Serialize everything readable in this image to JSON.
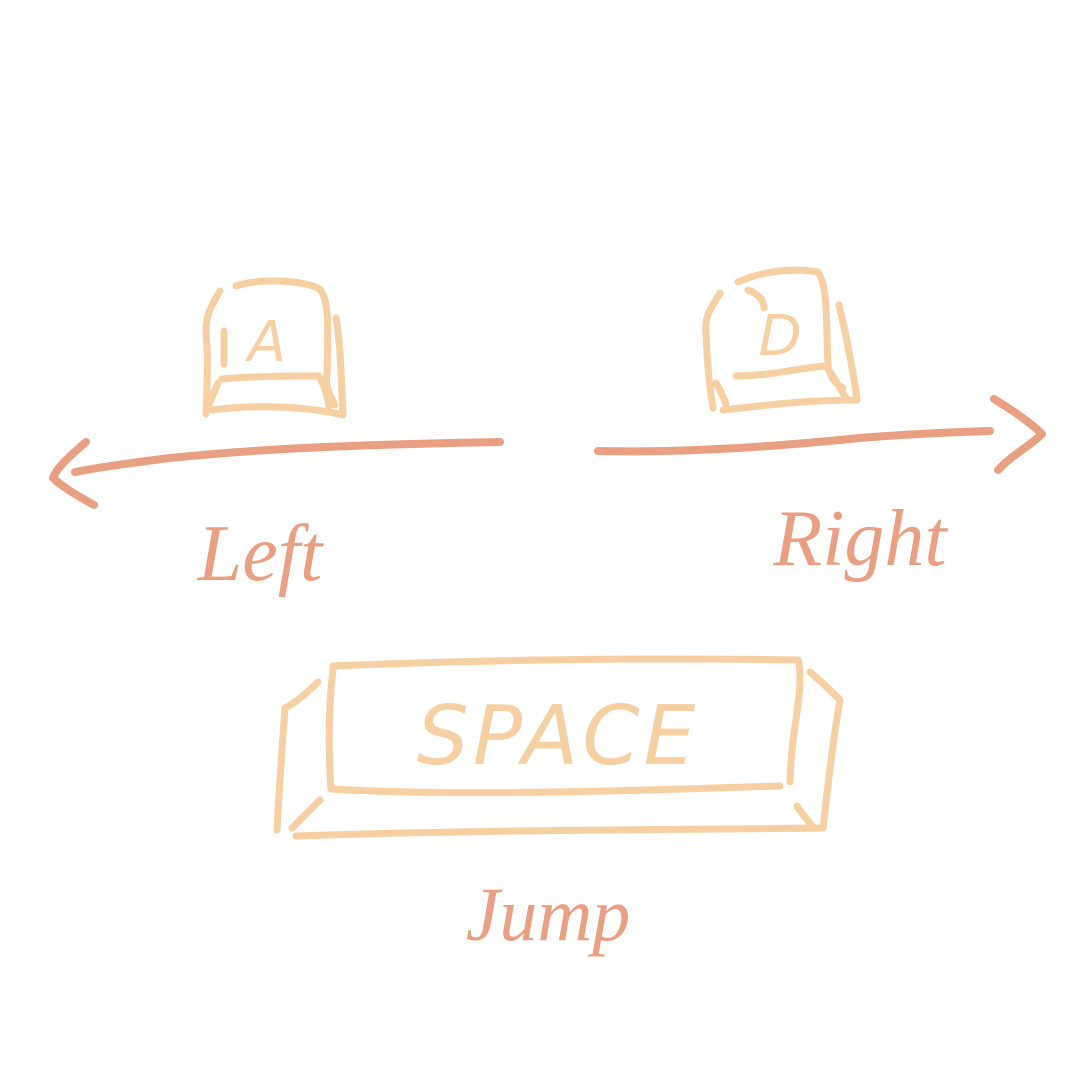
{
  "colors": {
    "key": "#f6cfa2",
    "label": "#e99f82",
    "background": "#ffffff"
  },
  "controls": {
    "left": {
      "key": "A",
      "action": "Left",
      "arrow": "left-arrow-icon"
    },
    "right": {
      "key": "D",
      "action": "Right",
      "arrow": "right-arrow-icon"
    },
    "jump": {
      "key": "SPACE",
      "action": "Jump"
    }
  }
}
